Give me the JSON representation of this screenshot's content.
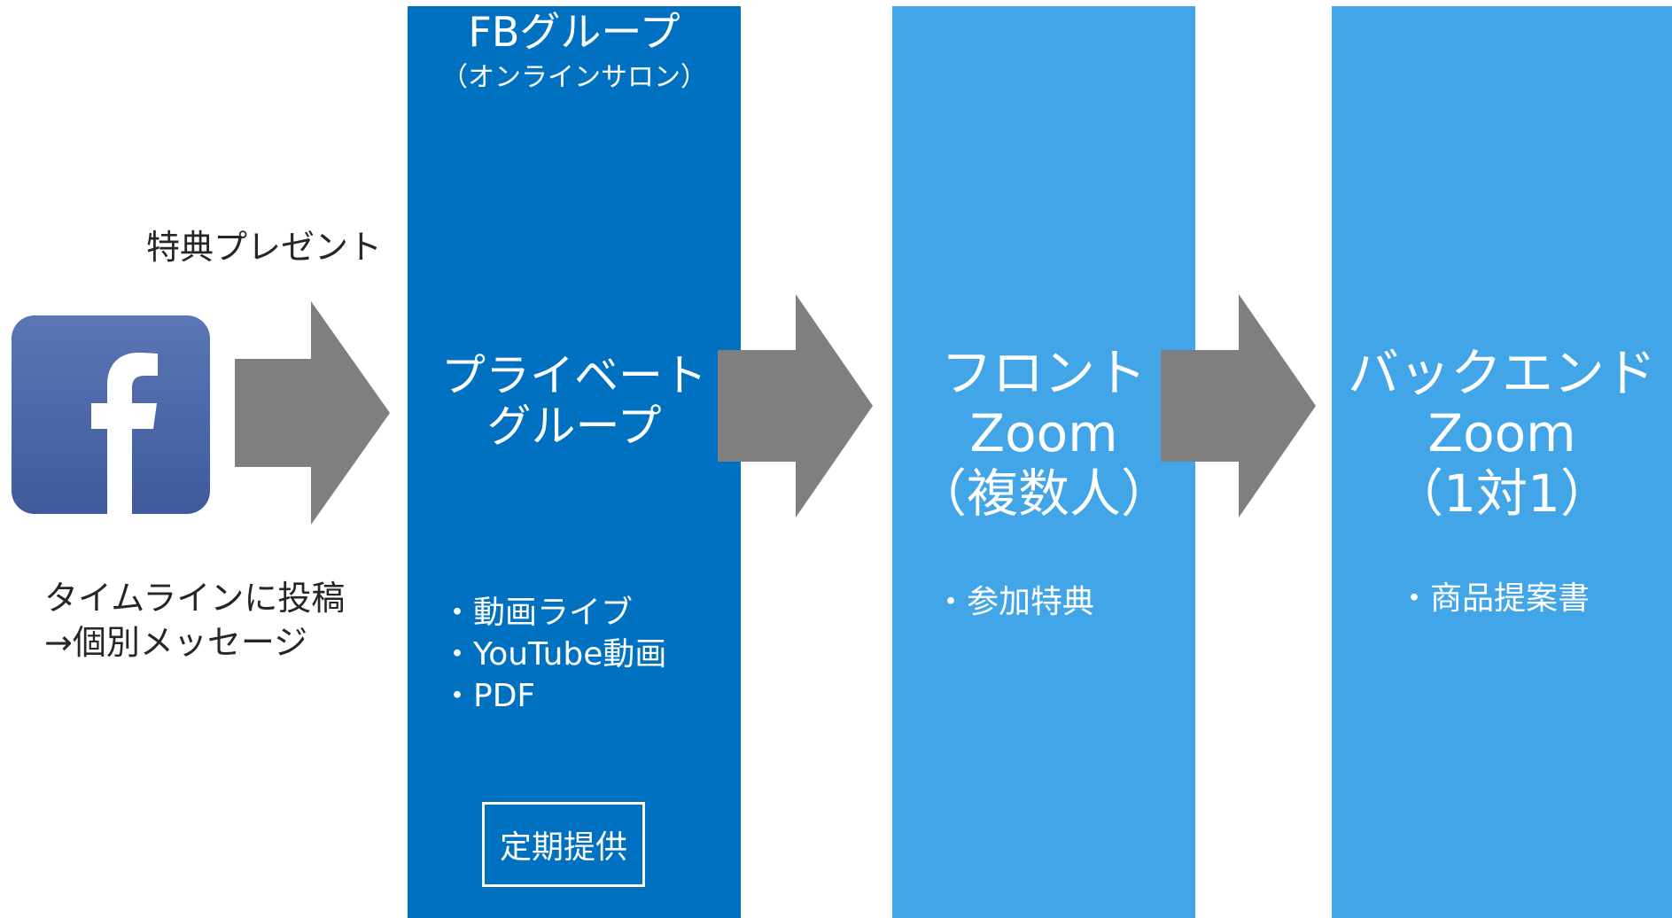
{
  "left": {
    "present_label": "特典プレゼント",
    "timeline_lines": [
      "タイムラインに投稿",
      "→個別メッセージ"
    ],
    "facebook_icon": "facebook-icon"
  },
  "fb_group": {
    "title": "FBグループ",
    "subtitle": "（オンラインサロン）",
    "private_lines": [
      "プライベート",
      "グループ"
    ],
    "bullets": [
      "・動画ライブ",
      "・YouTube動画",
      "・PDF"
    ],
    "periodic": "定期提供"
  },
  "front": {
    "lines": [
      "フロント",
      "Zoom",
      "（複数人）"
    ],
    "bullet": "・参加特典"
  },
  "back": {
    "lines": [
      "バックエンド",
      "Zoom",
      "（1対1）"
    ],
    "bullet": "・商品提案書"
  },
  "colors": {
    "dark_column": "#0070c0",
    "light_column": "#41a5e8",
    "arrow": "#7f7f7f",
    "facebook_blue": "#3b5998"
  }
}
